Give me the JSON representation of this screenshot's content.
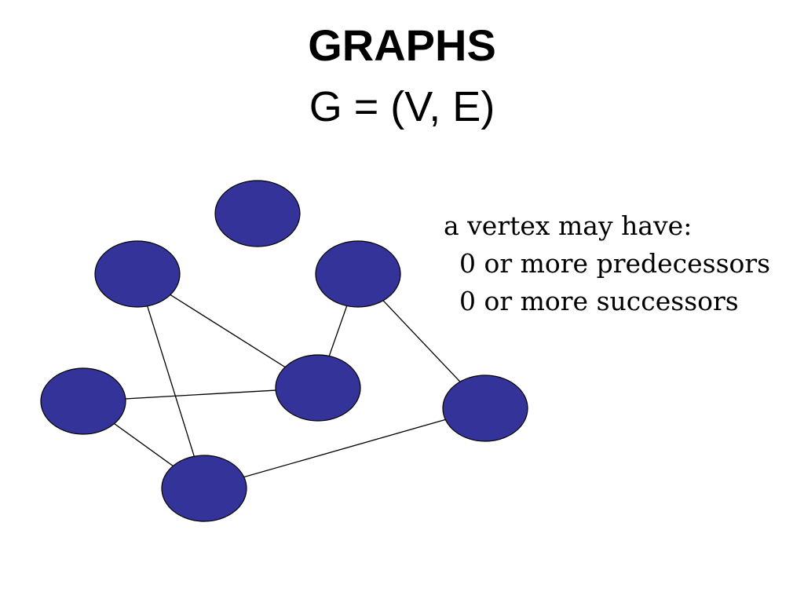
{
  "slide": {
    "title": "GRAPHS",
    "subtitle": "G = (V, E)"
  },
  "note": {
    "heading": "a vertex may have:",
    "items": [
      "0 or more predecessors",
      "0 or more successors"
    ]
  },
  "colors": {
    "vertex_fill": "#333399",
    "vertex_stroke": "#000000",
    "edge_stroke": "#000000"
  }
}
